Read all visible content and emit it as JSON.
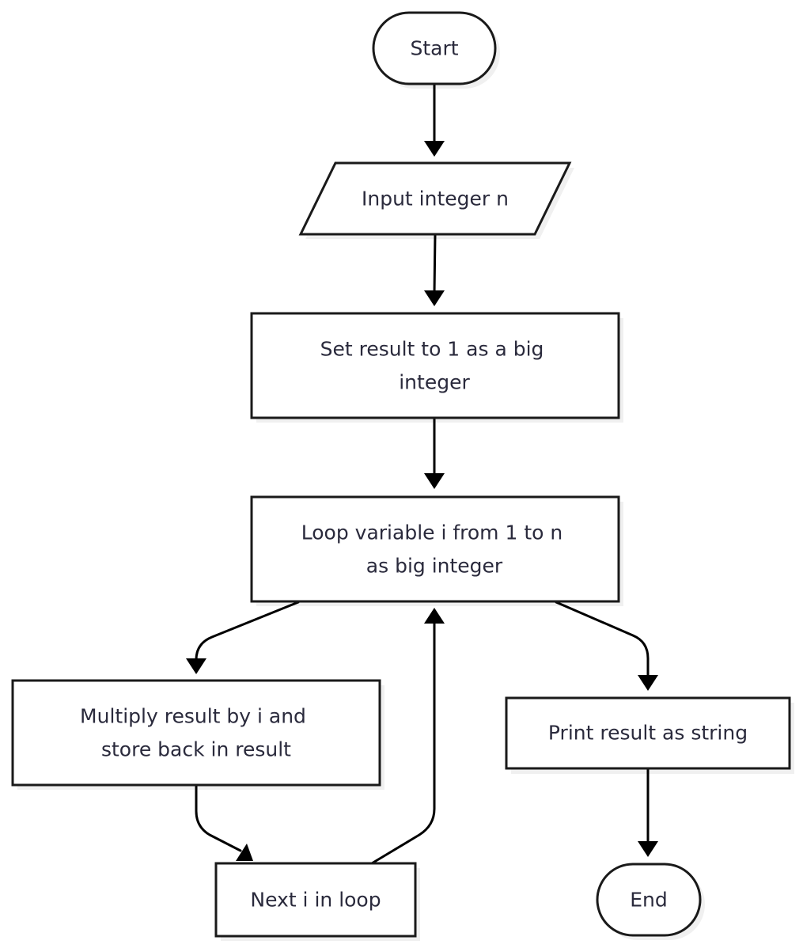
{
  "diagram": {
    "nodes": {
      "start": {
        "label": "Start"
      },
      "input": {
        "label": "Input integer n"
      },
      "init": {
        "label_lines": [
          "Set result to 1 as a big",
          "integer"
        ]
      },
      "loop": {
        "label_lines": [
          "Loop variable i from 1 to n",
          "as big integer"
        ]
      },
      "multiply": {
        "label_lines": [
          "Multiply result by i and",
          "store back in result"
        ]
      },
      "next": {
        "label": "Next i in loop"
      },
      "print": {
        "label": "Print result as string"
      },
      "end": {
        "label": "End"
      }
    },
    "edges": [
      {
        "from": "start",
        "to": "input"
      },
      {
        "from": "input",
        "to": "init"
      },
      {
        "from": "init",
        "to": "loop"
      },
      {
        "from": "loop",
        "to": "multiply"
      },
      {
        "from": "loop",
        "to": "print"
      },
      {
        "from": "multiply",
        "to": "next"
      },
      {
        "from": "next",
        "to": "loop"
      },
      {
        "from": "print",
        "to": "end"
      }
    ],
    "colors": {
      "stroke": "#1a1a1a",
      "text": "#2a2a3c",
      "arrow": "#000000",
      "background": "#ffffff"
    }
  }
}
